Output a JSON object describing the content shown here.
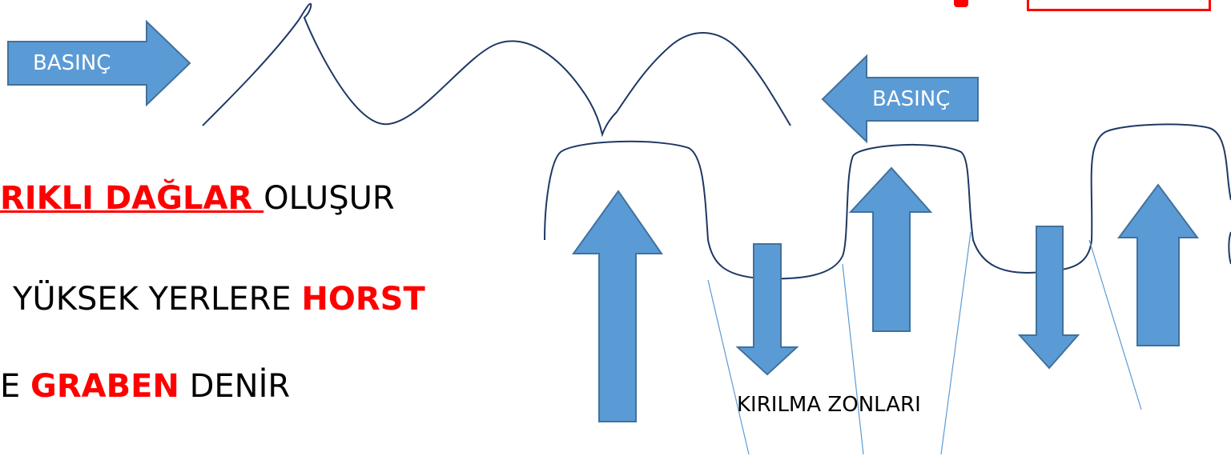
{
  "labels": {
    "pressure_left": "BASINÇ",
    "pressure_right": "BASINÇ",
    "line1_red": "RIKLI DAĞLAR ",
    "line1_black": "OLUŞUR",
    "line2_black": "YÜKSEK YERLERE ",
    "line2_red": "HORST",
    "line3_black_a": "E ",
    "line3_red": "GRABEN",
    "line3_black_b": " DENİR",
    "fault_zones": "KIRILMA ZONLARI"
  },
  "colors": {
    "arrow_fill": "#5b9bd5",
    "arrow_stroke": "#41719c",
    "accent_red": "#ff0000",
    "line_blue": "#5b9bd5",
    "curve": "#1f3864"
  },
  "icons": {
    "pressure_arrow": "arrow-right / arrow-left",
    "uplift_arrow": "arrow-up",
    "subsidence_arrow": "arrow-down"
  }
}
